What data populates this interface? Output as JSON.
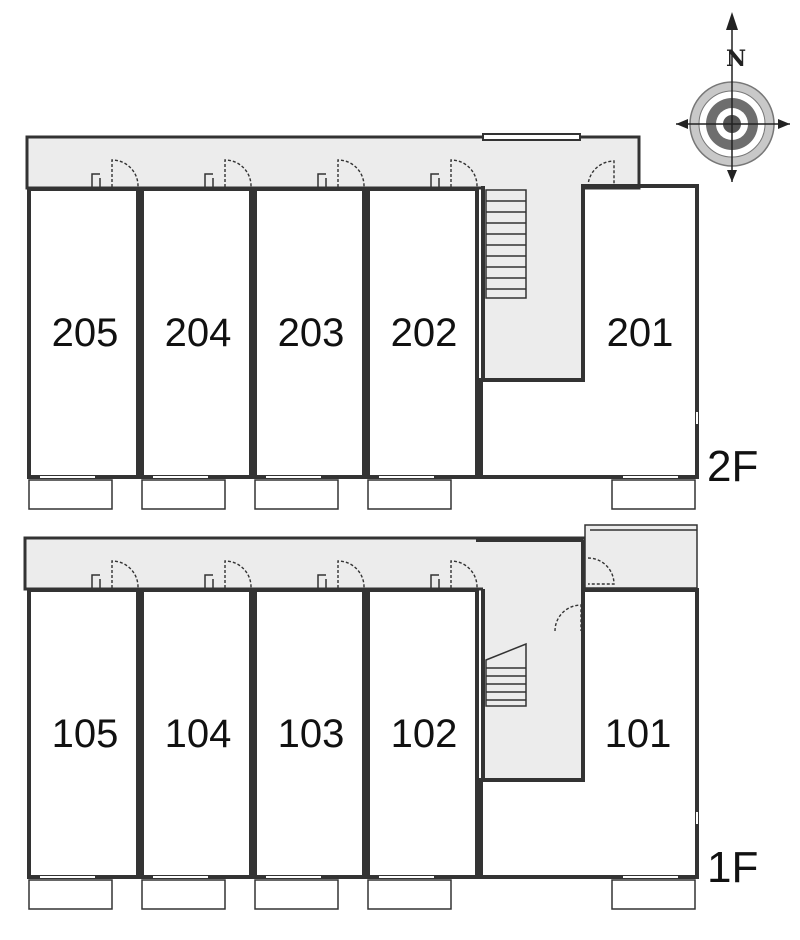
{
  "floors": {
    "upper": {
      "label": "2F",
      "rooms": [
        {
          "number": "205"
        },
        {
          "number": "204"
        },
        {
          "number": "203"
        },
        {
          "number": "202"
        },
        {
          "number": "201"
        }
      ]
    },
    "lower": {
      "label": "1F",
      "rooms": [
        {
          "number": "105"
        },
        {
          "number": "104"
        },
        {
          "number": "103"
        },
        {
          "number": "102"
        },
        {
          "number": "101"
        }
      ]
    }
  },
  "compass": {
    "north_label": "N",
    "icon": "compass-rose-icon"
  },
  "colors": {
    "wall": "#333333",
    "corridor": "#ececec",
    "background": "#ffffff"
  }
}
